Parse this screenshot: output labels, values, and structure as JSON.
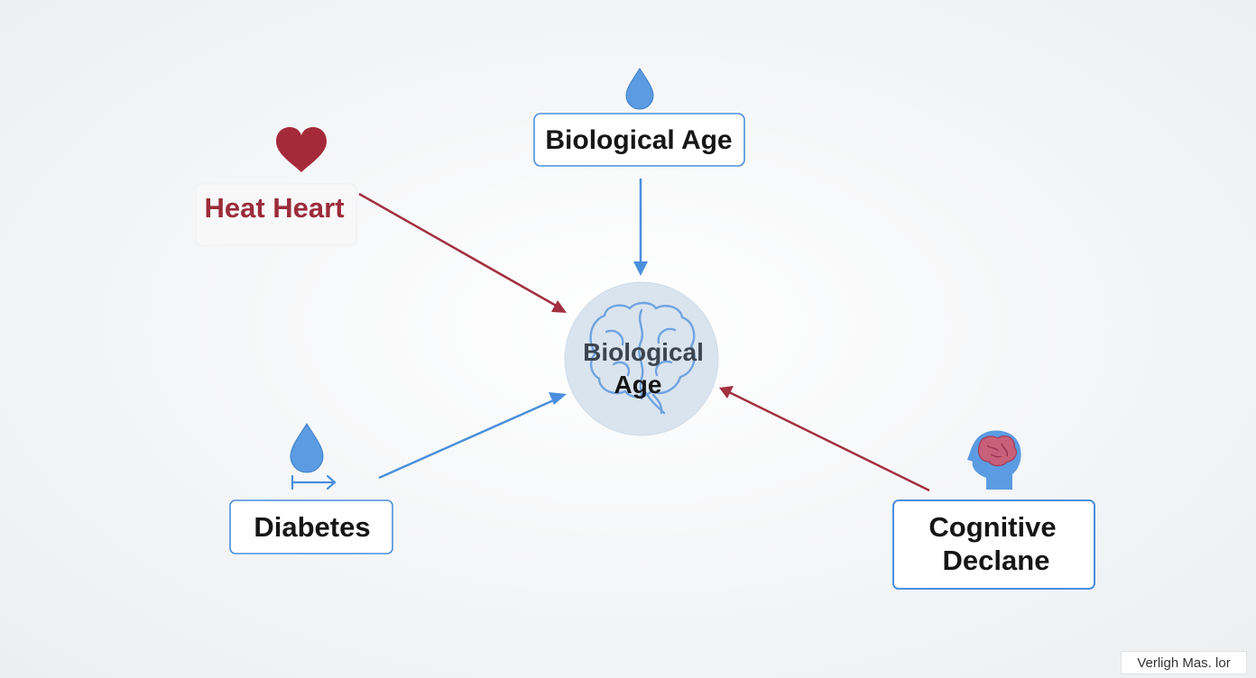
{
  "colors": {
    "blue": "#4a8fdc",
    "red": "#a23040",
    "text": "#161616",
    "center_fill": "#dae4ee"
  },
  "center": {
    "label_line1": "Biological",
    "label_line2": "Age",
    "icon": "brain-icon"
  },
  "nodes": {
    "top": {
      "label": "Biological Age",
      "icon": "water-drop-icon"
    },
    "heart": {
      "label": "Heat Heart",
      "icon": "heart-icon"
    },
    "diabetes": {
      "label": "Diabetes",
      "icon": "water-drop-icon"
    },
    "cognitive": {
      "label_line1": "Cognitive",
      "label_line2": "Declane",
      "icon": "head-brain-icon"
    }
  },
  "edges": [
    {
      "from": "Biological Age",
      "to": "Biological Age (center)",
      "color": "blue"
    },
    {
      "from": "Heat Heart",
      "to": "Biological Age (center)",
      "color": "red"
    },
    {
      "from": "Diabetes",
      "to": "Biological Age (center)",
      "color": "blue"
    },
    {
      "from": "Cognitive Declane",
      "to": "Biological Age (center)",
      "color": "red"
    }
  ],
  "watermark": "Verligh Mas. lor"
}
